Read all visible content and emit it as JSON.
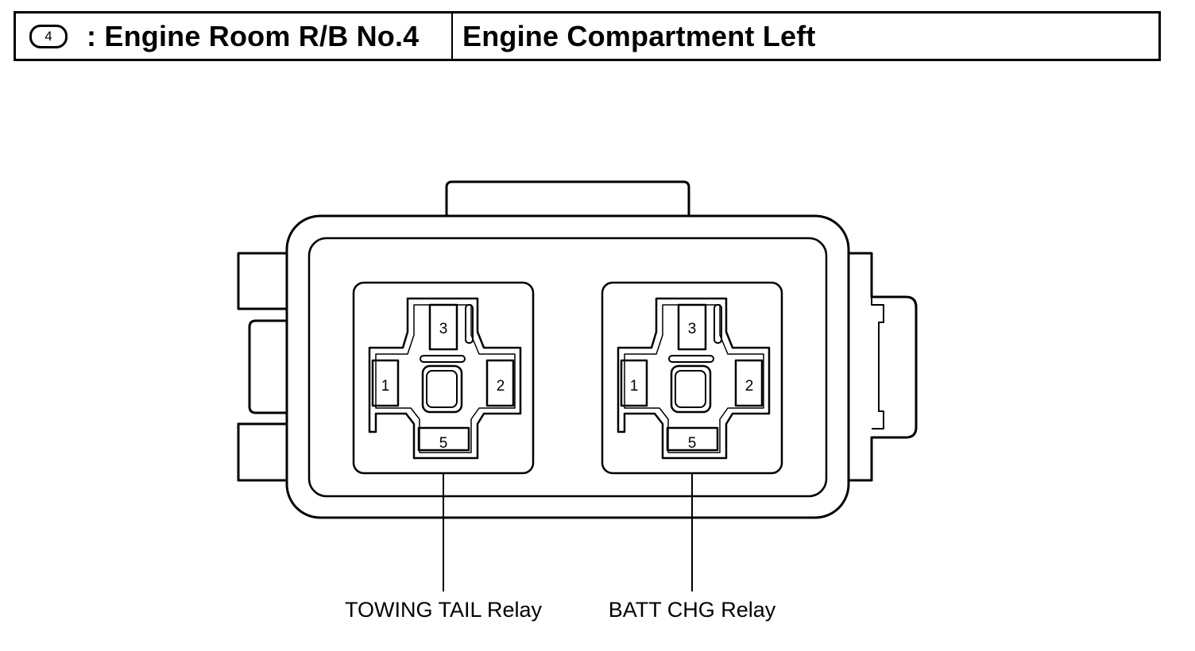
{
  "header": {
    "badge": "4",
    "title": ": Engine Room R/B No.4",
    "location": "Engine Compartment Left"
  },
  "relays": [
    {
      "label": "TOWING TAIL Relay",
      "pins": {
        "top": "3",
        "left": "1",
        "right": "2",
        "bottom": "5"
      }
    },
    {
      "label": "BATT CHG Relay",
      "pins": {
        "top": "3",
        "left": "1",
        "right": "2",
        "bottom": "5"
      }
    }
  ]
}
